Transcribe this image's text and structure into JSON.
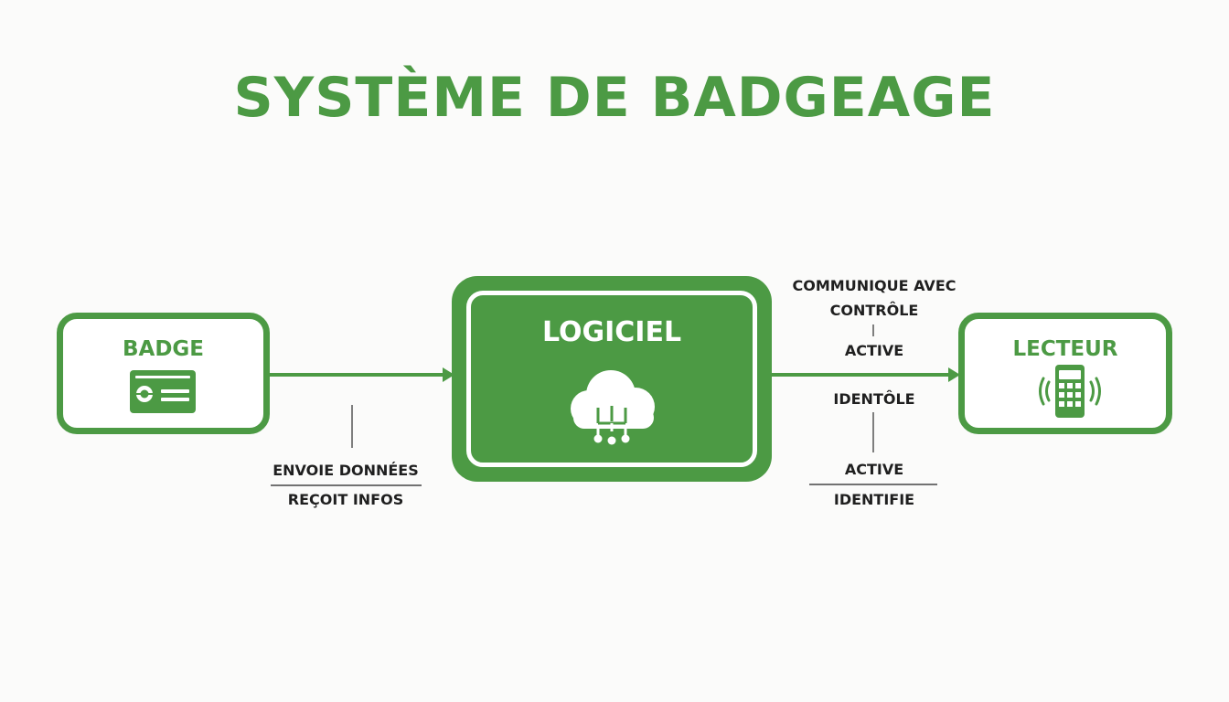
{
  "title": "SYSTÈME DE BADGEAGE",
  "colors": {
    "accent": "#4c9a44",
    "text": "#1f1f1f",
    "background": "#fbfbfa"
  },
  "nodes": {
    "badge": {
      "label": "BADGE",
      "icon": "id-card-icon"
    },
    "logiciel": {
      "label": "LOGICIEL",
      "icon": "cloud-network-icon"
    },
    "lecteur": {
      "label": "LECTEUR",
      "icon": "card-reader-icon"
    }
  },
  "edges": {
    "badge_logiciel": {
      "label_top": "ENVOIE DONNÉES",
      "label_bottom": "REÇOIT INFOS"
    },
    "logiciel_lecteur": {
      "label_1": "COMMUNIQUE AVEC",
      "label_2": "CONTRÔLE",
      "label_3": "ACTIVE",
      "label_4": "IDENTÔLE",
      "label_5": "ACTIVE",
      "label_6": "IDENTIFIE"
    }
  }
}
